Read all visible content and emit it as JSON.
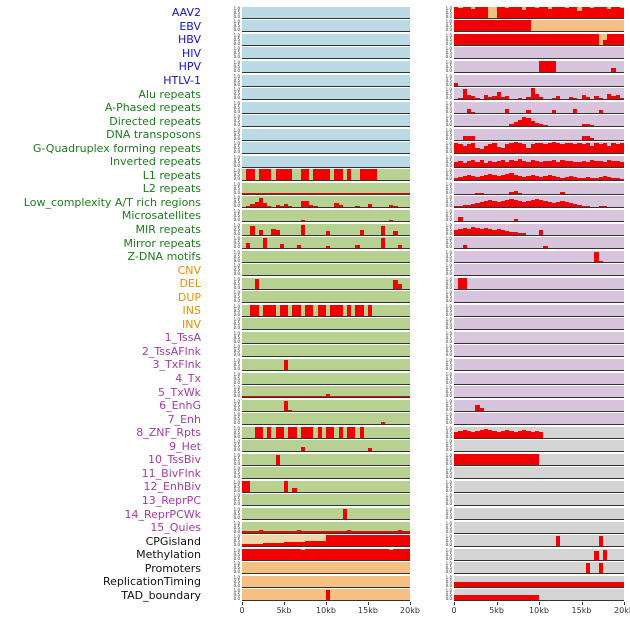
{
  "palette": {
    "bar": "#f20000",
    "bg": {
      "blue": "#bcd9e6",
      "green": "#b7d193",
      "purple": "#d8c5dd",
      "orange": "#f7c083",
      "wheat": "#eed8a8",
      "gray": "#d4d4d4"
    },
    "label": {
      "blue": "#1414c8",
      "green": "#1e7a1e",
      "orange": "#e09200",
      "purple": "#a23ca2",
      "black": "#111111"
    }
  },
  "chart_data": {
    "type": "bar",
    "x_ticks": [
      "0",
      "5kb",
      "10kb",
      "15kb",
      "20kb"
    ],
    "y_ticks": [
      "1.0",
      "0.5",
      "0.0"
    ],
    "x_range_kb": [
      0,
      20
    ],
    "bins": 40,
    "encoding": "each char is one bin height, base36 digit /10 (a = full height)",
    "panels": [
      "left",
      "right"
    ],
    "tracks": [
      {
        "label": "AAV2",
        "c": "blue",
        "lb": "blue",
        "rb": "orange",
        "l": "0000000000000000000000000000000000000000",
        "r": "a9aa8aaa00aa9aaa7aa9aa8aaa9aa6aa9aaa8aa9"
      },
      {
        "label": "EBV",
        "c": "blue",
        "lb": "blue",
        "rb": "orange",
        "l": "0000000000000000000000000000000000000000",
        "r": "aaaaaaaaaaaaaaaaaa0000000000000000000000"
      },
      {
        "label": "HBV",
        "c": "blue",
        "lb": "blue",
        "rb": "orange",
        "l": "0000000000000000000000000000000000000000",
        "r": "aaaaaaaaaaaaaaaaaaaaaaaaaaaaaaaaaa04aaaa"
      },
      {
        "label": "HIV",
        "c": "blue",
        "lb": "blue",
        "rb": "purple",
        "l": "0000000000000000000000000000000000000000",
        "r": "0000000000000000000000000000000000000000"
      },
      {
        "label": "HPV",
        "c": "blue",
        "lb": "blue",
        "rb": "purple",
        "l": "0000000000000000000000000000000000000000",
        "r": "00000000000000000000aaaa0000000000000400"
      },
      {
        "label": "HTLV-1",
        "c": "blue",
        "lb": "blue",
        "rb": "purple",
        "l": "0000000000000000000000000000000000000000",
        "r": "2000000000000000000000000000000000000000"
      },
      {
        "label": "Alu repeats",
        "c": "green",
        "lb": "blue",
        "rb": "purple",
        "l": "0000000000000000000000000000000000000000",
        "r": "019431042362300102a520013002104203105341"
      },
      {
        "label": "A-Phased repeats",
        "c": "green",
        "lb": "blue",
        "rb": "purple",
        "l": "0000000000000000000000000000000000000000",
        "r": "0003100000003000020000020000300000200000"
      },
      {
        "label": "Directed repeats",
        "c": "green",
        "lb": "blue",
        "rb": "purple",
        "l": "0000000000000000000000000000000000000000",
        "r": "0000000000000246875321000000002210000000"
      },
      {
        "label": "DNA transposons",
        "c": "green",
        "lb": "blue",
        "rb": "purple",
        "l": "0000000000000000000000000000000000000000",
        "r": "0033300000000000000000000000003320000000"
      },
      {
        "label": "G-Quadruplex forming repeats",
        "c": "green",
        "lb": "blue",
        "rb": "purple",
        "l": "0000000000000000000000000000000000000000",
        "r": "98789547896589a98589989a9899898979897989"
      },
      {
        "label": "Inverted repeats",
        "c": "green",
        "lb": "blue",
        "rb": "purple",
        "l": "0000000000000000000000000000000000000000",
        "r": "4535646354564657546545564655445465546554"
      },
      {
        "label": "L1 repeats",
        "c": "green",
        "lb": "green",
        "rb": "purple",
        "l": "0aa0aaa0aaaa00aa0aaaa0aa0a00aaaa00000000",
        "r": "2345434565456754345434543234322322343221"
      },
      {
        "label": "L2 repeats",
        "c": "green",
        "lb": "green",
        "rb": "purple",
        "l": "1111111111111111111111111111111111111111",
        "r": "0000011000000231000000000200000000000000"
      },
      {
        "label": "Low_complexity A/T rich regions",
        "c": "green",
        "lb": "green",
        "rb": "purple",
        "l": "0135941021310066210000420001003000021000",
        "r": "1122345676567876567876545654321100110000"
      },
      {
        "label": "Microsatellites",
        "c": "green",
        "lb": "green",
        "rb": "purple",
        "l": "0000000000000010000000000000000000010000",
        "r": "0400000000000020000000000000000000000000"
      },
      {
        "label": "MIR repeats",
        "c": "green",
        "lb": "green",
        "rb": "purple",
        "l": "0080400540000090000030000000400008003000",
        "r": "4565765654543221100040000000000000000000"
      },
      {
        "label": "Mirror repeats",
        "c": "green",
        "lb": "green",
        "rb": "purple",
        "l": "0500090004000300000020000003000009000300",
        "r": "0030000000000000000002000000000000000000"
      },
      {
        "label": "Z-DNA motifs",
        "c": "green",
        "lb": "green",
        "rb": "purple",
        "l": "0000000000000000000000000000000000000000",
        "r": "0000000000000000000000000000000009100000"
      },
      {
        "label": "CNV",
        "c": "orange",
        "lb": "green",
        "rb": "purple",
        "l": "0000000000000000000000000000000000000000",
        "r": "0000000000000000000000000000000000000000"
      },
      {
        "label": "DEL",
        "c": "orange",
        "lb": "green",
        "rb": "purple",
        "l": "0009000000000000000000000000000000008400",
        "r": "0aa0000000000000000000000000000000000000"
      },
      {
        "label": "DUP",
        "c": "orange",
        "lb": "green",
        "rb": "purple",
        "l": "0000000000000000000000000000000000000000",
        "r": "0000000000000000000000000000000000000000"
      },
      {
        "label": "INS",
        "c": "orange",
        "lb": "green",
        "rb": "purple",
        "l": "00aa0aaa0aa0aa0aa0aa0aaa0a0aa0a000000000",
        "r": "0000000000000000000000000000000000000000"
      },
      {
        "label": "INV",
        "c": "orange",
        "lb": "green",
        "rb": "purple",
        "l": "0000000000000000000000000000000000000000",
        "r": "0000000000000000000000000000000000000000"
      },
      {
        "label": "1_TssA",
        "c": "purple",
        "lb": "green",
        "rb": "purple",
        "l": "0000000000000000000000000000000000000000",
        "r": "0000000000000000000000000000000000000000"
      },
      {
        "label": "2_TssAFlnk",
        "c": "purple",
        "lb": "green",
        "rb": "purple",
        "l": "0000000000000000000000000000000000000000",
        "r": "0000000000000000000000000000000000000000"
      },
      {
        "label": "3_TxFlnk",
        "c": "purple",
        "lb": "green",
        "rb": "purple",
        "l": "0000000000900000000000000000000000000000",
        "r": "0000000000000000000000000000000000000000"
      },
      {
        "label": "4_Tx",
        "c": "purple",
        "lb": "green",
        "rb": "purple",
        "l": "0000000000000000000000000000000000000000",
        "r": "0000000000000000000000000000000000000000"
      },
      {
        "label": "5_TxWk",
        "c": "purple",
        "lb": "green",
        "rb": "purple",
        "l": "1111111111111111111131111111111111111111",
        "r": "0000000000000000000000000000000000000000"
      },
      {
        "label": "6_EnhG",
        "c": "purple",
        "lb": "green",
        "rb": "purple",
        "l": "0000000000910000000000000000000000000000",
        "r": "0000052000000000000000000000000000000000"
      },
      {
        "label": "7_Enh",
        "c": "purple",
        "lb": "green",
        "rb": "purple",
        "l": "0000000000000000000000000000000002000000",
        "r": "0000000000000000000000000000000000000000"
      },
      {
        "label": "8_ZNF_Rpts",
        "c": "purple",
        "lb": "green",
        "rb": "gray",
        "l": "000aa0a0aa0aa0aaa0a0aa0a0aa0a00000000000",
        "r": "5676567876567656765650000000000000000000"
      },
      {
        "label": "9_Het",
        "c": "purple",
        "lb": "green",
        "rb": "gray",
        "l": "0000000000000040000000000000003000000000",
        "r": "0000000000000000000000000000000000000000"
      },
      {
        "label": "10_TssBiv",
        "c": "purple",
        "lb": "green",
        "rb": "gray",
        "l": "0000000090000000000000000000000000000000",
        "r": "aaaaaaaaaaaaaaaaaaaa00000000000000000000"
      },
      {
        "label": "11_BivFlnk",
        "c": "purple",
        "lb": "green",
        "rb": "gray",
        "l": "0000000000000000000000000000000000000000",
        "r": "0000000000000000000000000000000000000000"
      },
      {
        "label": "12_EnhBiv",
        "c": "purple",
        "lb": "green",
        "rb": "gray",
        "l": "aa00000000a04000000000000000000000000000",
        "r": "0000000000000000000000000000000000000000"
      },
      {
        "label": "13_ReprPC",
        "c": "purple",
        "lb": "green",
        "rb": "gray",
        "l": "0000000000000000000000000000000000000000",
        "r": "0000000000000000000000000000000000000000"
      },
      {
        "label": "14_ReprPCWk",
        "c": "purple",
        "lb": "green",
        "rb": "gray",
        "l": "0000000000000000000000009000000000000000",
        "r": "0000000000000000000000000000000000000000"
      },
      {
        "label": "15_Quies",
        "c": "purple",
        "lb": "green",
        "rb": "gray",
        "l": "1111211111111211111111111211111111111211",
        "r": "0000000000000000000000000000000000000000"
      },
      {
        "label": "CPGisland",
        "c": "black",
        "lb": "wheat",
        "rb": "gray",
        "l": "22222333334444455555aaaaaaaaaaaaaaaaaaaa",
        "r": "0000000000000000000000009000000000900000"
      },
      {
        "label": "Methylation",
        "c": "black",
        "lb": "green",
        "rb": "gray",
        "l": "aaaaaaaaaaaaaa9aaaaaaaaaaaaaaaaaaaa9aaaa",
        "r": "0000000000000000000000000000000008090000"
      },
      {
        "label": "Promoters",
        "c": "black",
        "lb": "orange",
        "rb": "gray",
        "l": "0000000000000000000000000000000000000000",
        "r": "0000000000000000000000000000000900900000"
      },
      {
        "label": "ReplicationTiming",
        "c": "black",
        "lb": "orange",
        "rb": "gray",
        "l": "0000000000000000000000000000000000000000",
        "r": "4444444444444444444444444444444444444444"
      },
      {
        "label": "TAD_boundary",
        "c": "black",
        "lb": "orange",
        "rb": "gray",
        "l": "0000000000000000000090000000000000000000",
        "r": "5555555555555555555500000000000000000000"
      }
    ]
  }
}
